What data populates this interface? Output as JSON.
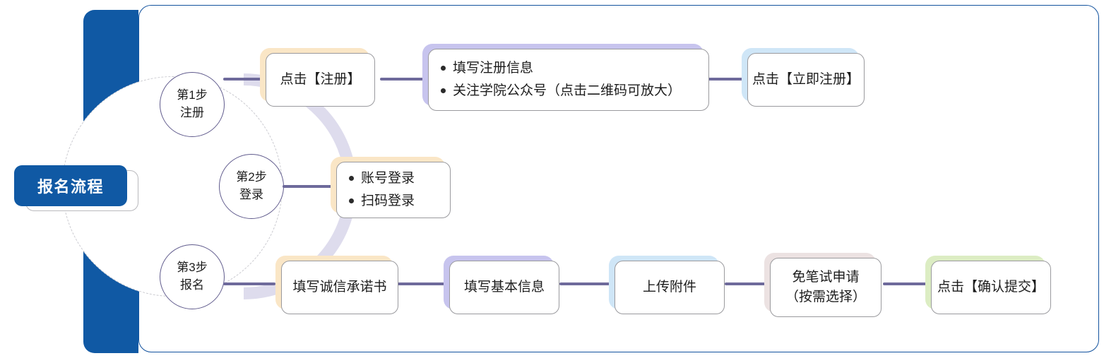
{
  "diagram": {
    "title": "报名流程",
    "frame_color": "#12529e",
    "accent_blue": "#1059a4",
    "circle_stroke": "#5f5a8c",
    "connector_color": "#6e6a9b",
    "arc_band_color": "#dedced"
  },
  "steps": [
    {
      "id": "step1",
      "number": "第1步",
      "name": "注册"
    },
    {
      "id": "step2",
      "number": "第2步",
      "name": "登录"
    },
    {
      "id": "step3",
      "number": "第3步",
      "name": "报名"
    }
  ],
  "row1": {
    "node1": {
      "label": "点击【注册】",
      "plate": "#fae6c6"
    },
    "node2": {
      "bullets": [
        "填写注册信息",
        "关注学院公众号（点击二维码可放大）"
      ],
      "plate": "#c7c4ee"
    },
    "node3": {
      "label": "点击【立即注册】",
      "plate": "#cfe6f7"
    }
  },
  "row2": {
    "node1": {
      "bullets": [
        "账号登录",
        "扫码登录"
      ],
      "plate": "#fae6c6"
    }
  },
  "row3": {
    "node1": {
      "label": "填写诚信承诺书",
      "plate": "#fae6c6"
    },
    "node2": {
      "label": "填写基本信息",
      "plate": "#c7c4ee"
    },
    "node3": {
      "label": "上传附件",
      "plate": "#cfe6f7"
    },
    "node4": {
      "line1": "免笔试申请",
      "line2": "（按需选择）",
      "plate": "#ece2e2"
    },
    "node5": {
      "label": "点击【确认提交】",
      "plate": "#dcedc3"
    }
  }
}
